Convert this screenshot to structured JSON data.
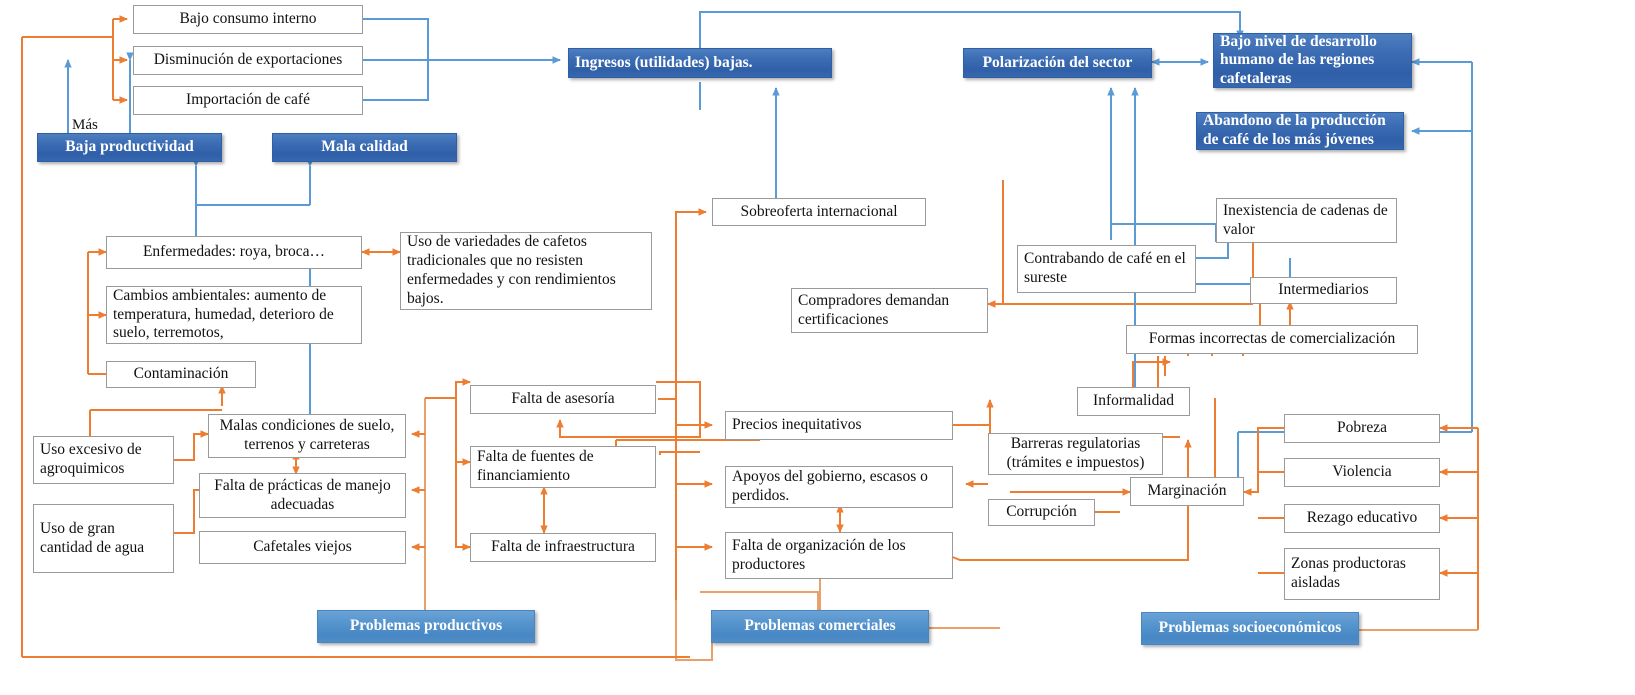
{
  "diagram": {
    "title": "Problematica del cafe - arbol de problemas",
    "colors": {
      "blue_node": "#3c6db4",
      "blue_node_light": "#5594cd",
      "blue_edge": "#5b9bd5",
      "orange_edge": "#ed7d31",
      "plain_border": "#9a9a9a",
      "background": "#ffffff"
    },
    "annotations": [
      {
        "name": "mas-label",
        "text": "Más"
      }
    ],
    "effects": [
      {
        "id": "bajo-consumo-interno",
        "text": "Bajo consumo interno"
      },
      {
        "id": "disminucion-de-exportaciones",
        "text": "Disminución de exportaciones"
      },
      {
        "id": "importacion-de-cafe",
        "text": "Importación de café"
      },
      {
        "id": "ingresos-utilidades-bajas",
        "text": "Ingresos (utilidades) bajas."
      },
      {
        "id": "polarizacion-del-sector",
        "text": "Polarización del sector"
      },
      {
        "id": "bajo-nivel-desarrollo-humano",
        "text": "Bajo nivel de desarrollo humano de las regiones cafetaleras"
      },
      {
        "id": "abandono-produccion-jovenes",
        "text": "Abandono de la producción de café de los más jóvenes"
      },
      {
        "id": "baja-productividad",
        "text": "Baja productividad"
      },
      {
        "id": "mala-calidad",
        "text": "Mala calidad"
      }
    ],
    "productive": [
      {
        "id": "enfermedades",
        "text": "Enfermedades: roya, broca…"
      },
      {
        "id": "uso-variedades-cafetos",
        "text": "Uso de variedades de cafetos tradicionales que no resisten enfermedades y con rendimientos bajos."
      },
      {
        "id": "cambios-ambientales",
        "text": "Cambios ambientales: aumento de temperatura, humedad, deterioro de suelo, terremotos,"
      },
      {
        "id": "contaminacion",
        "text": "Contaminación"
      },
      {
        "id": "uso-excesivo-agroquimicos",
        "text": "Uso excesivo de agroquimicos"
      },
      {
        "id": "uso-gran-cantidad-agua",
        "text": "Uso de gran cantidad de agua"
      },
      {
        "id": "malas-condiciones-suelo",
        "text": "Malas condiciones de suelo, terrenos y carreteras"
      },
      {
        "id": "falta-practicas-manejo",
        "text": "Falta de prácticas de manejo adecuadas"
      },
      {
        "id": "cafetales-viejos",
        "text": "Cafetales viejos"
      }
    ],
    "commercial": [
      {
        "id": "sobreoferta-internacional",
        "text": "Sobreoferta internacional"
      },
      {
        "id": "compradores-demandan-certificaciones",
        "text": "Compradores demandan certificaciones"
      },
      {
        "id": "contrabando-de-cafe",
        "text": "Contrabando de café en el sureste"
      },
      {
        "id": "inexistencia-cadenas-valor",
        "text": "Inexistencia de cadenas de valor"
      },
      {
        "id": "intermediarios",
        "text": "Intermediarios"
      },
      {
        "id": "formas-incorrectas-comercializacion",
        "text": "Formas incorrectas de comercialización"
      },
      {
        "id": "falta-de-asesoria",
        "text": "Falta de asesoría"
      },
      {
        "id": "falta-fuentes-financiamiento",
        "text": "Falta de fuentes de financiamiento"
      },
      {
        "id": "falta-de-infraestructura",
        "text": "Falta de infraestructura"
      },
      {
        "id": "precios-inequitativos",
        "text": "Precios inequitativos"
      },
      {
        "id": "apoyos-del-gobierno",
        "text": "Apoyos del gobierno, escasos o perdidos."
      },
      {
        "id": "falta-organizacion-productores",
        "text": "Falta de organización de los productores"
      },
      {
        "id": "informalidad",
        "text": "Informalidad"
      },
      {
        "id": "barreras-regulatorias",
        "text": "Barreras regulatorias (trámites e impuestos)"
      },
      {
        "id": "corrupcion",
        "text": "Corrupción"
      },
      {
        "id": "marginacion",
        "text": "Marginación"
      }
    ],
    "socioeconomic": [
      {
        "id": "pobreza",
        "text": "Pobreza"
      },
      {
        "id": "violencia",
        "text": "Violencia"
      },
      {
        "id": "rezago-educativo",
        "text": "Rezago educativo"
      },
      {
        "id": "zonas-productoras-aisladas",
        "text": "Zonas productoras aisladas"
      }
    ],
    "categories": [
      {
        "id": "problemas-productivos",
        "text": "Problemas productivos"
      },
      {
        "id": "problemas-comerciales",
        "text": "Problemas comerciales"
      },
      {
        "id": "problemas-socioeconomicos",
        "text": "Problemas socioeconómicos"
      }
    ]
  }
}
